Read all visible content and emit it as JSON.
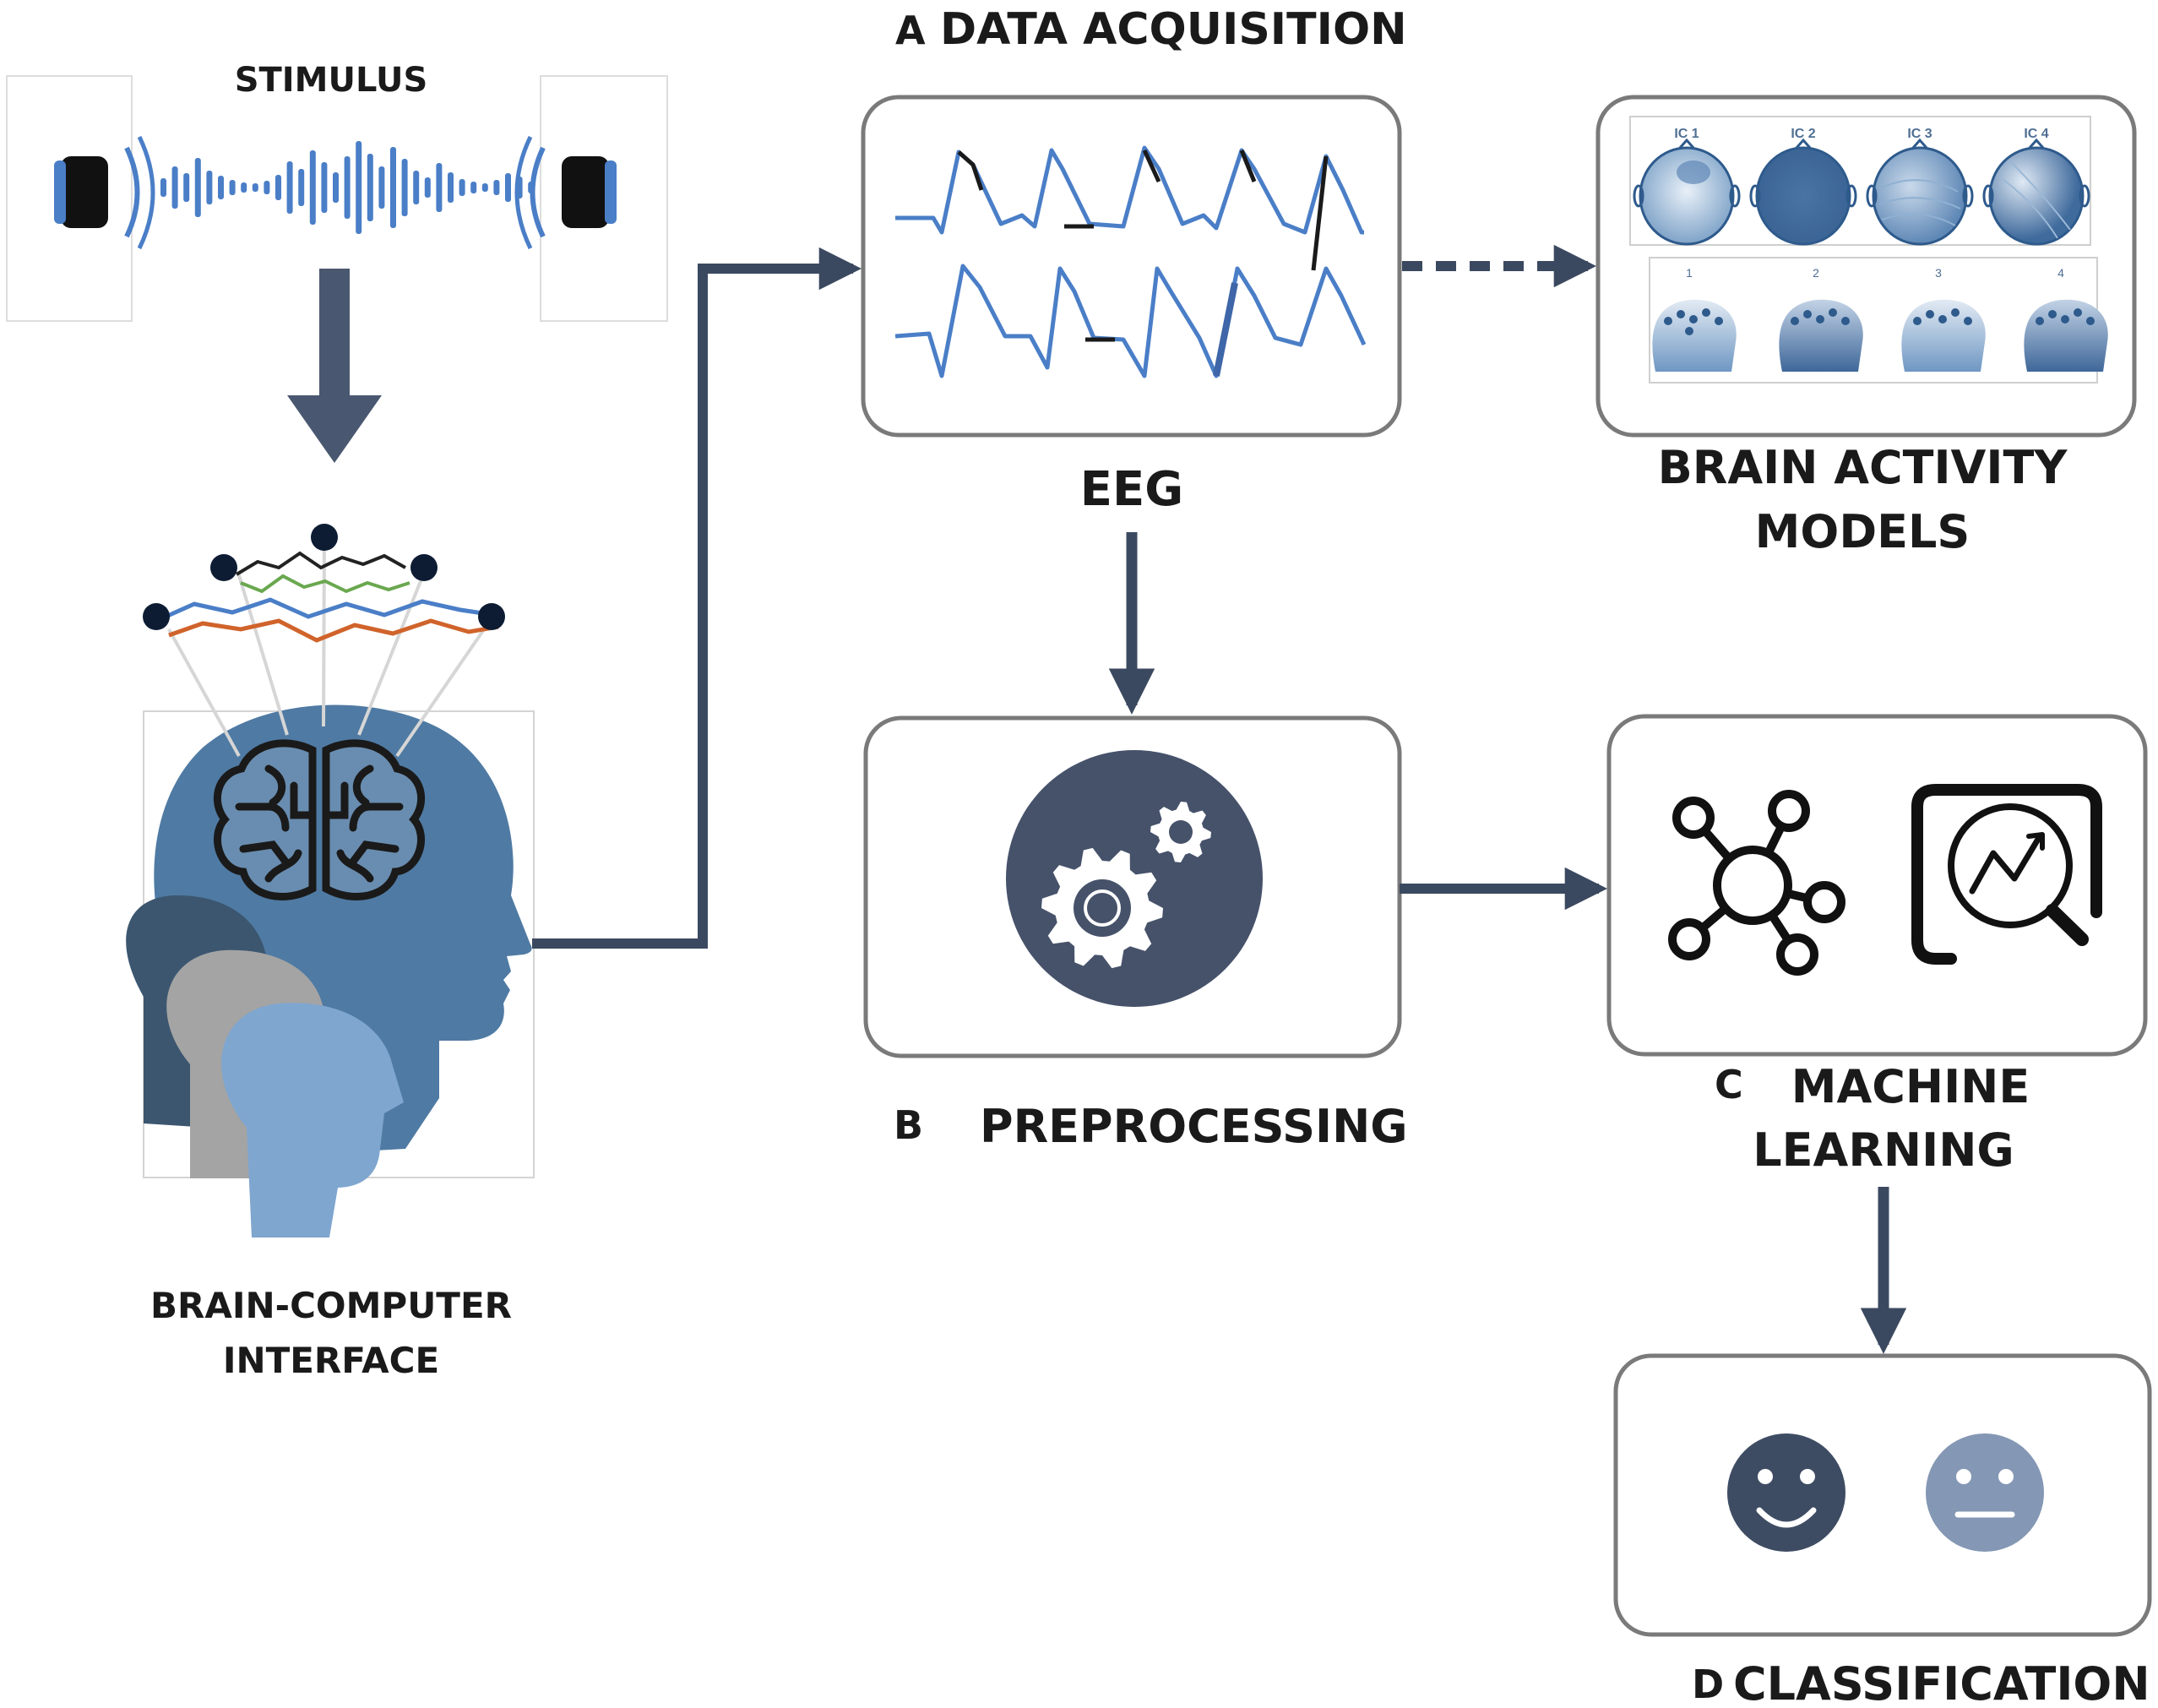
{
  "labels": {
    "stimulus": "STIMULUS",
    "bci_line1": "BRAIN-COMPUTER",
    "bci_line2": "INTERFACE",
    "section_a_letter": "A",
    "section_a_title": "DATA ACQUISITION",
    "eeg": "EEG",
    "bam_line1": "BRAIN ACTIVITY",
    "bam_line2": "MODELS",
    "section_b_letter": "B",
    "section_b_title": "PREPROCESSING",
    "section_c_letter": "C",
    "section_c_line1": "MACHINE",
    "section_c_line2": "LEARNING",
    "section_d_letter": "D",
    "section_d_title": "CLASSIFICATION"
  },
  "ic_labels": [
    "IC 1",
    "IC 2",
    "IC 3",
    "IC 4"
  ],
  "topo_labels": [
    "1",
    "2",
    "3",
    "4"
  ],
  "icons": {
    "stimulus_left": "speaker-icon",
    "stimulus_wave": "sound-wave-icon",
    "stimulus_right": "speaker-icon",
    "head": "human-head-icon",
    "brain": "brain-icon",
    "eeg_plot": "eeg-waveform-icon",
    "preprocessing": "gears-icon",
    "ml_network": "network-hub-icon",
    "ml_analytics": "analytics-search-icon",
    "emotion_positive": "smiley-face-icon",
    "emotion_neutral": "neutral-face-icon"
  },
  "colors": {
    "arrow": "#3b4960",
    "head_main": "#4f7aa3",
    "head_dark": "#3c5670",
    "head_gray": "#a4a4a4",
    "head_light": "#7fa6cf",
    "wave_blue": "#4a7ec7",
    "face_dark": "#3e4c63",
    "face_light": "#8497b4"
  }
}
